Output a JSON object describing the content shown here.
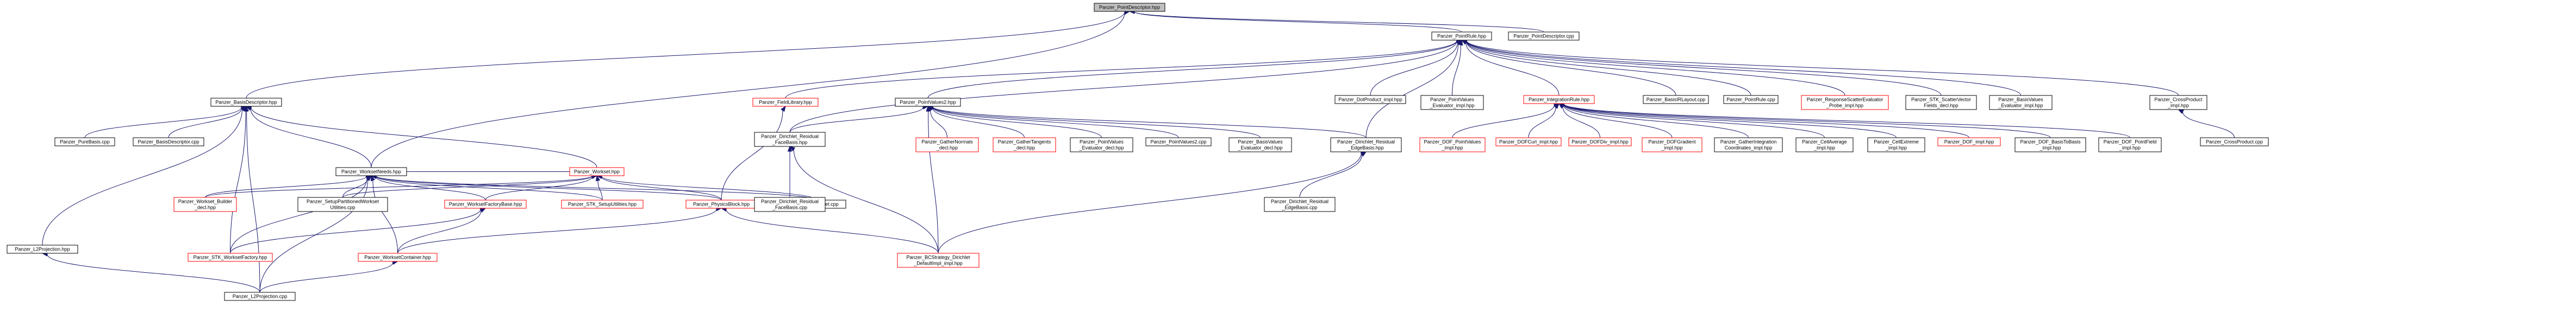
{
  "graph": {
    "edge_color": "#191970",
    "node_fill": "#ffffff",
    "root_fill": "#bfbfbf",
    "broken_link_color": "#ff0000",
    "nodes": [
      {
        "id": "root",
        "lines": [
          "Panzer_PointDescriptor.hpp"
        ],
        "style": "root"
      },
      {
        "id": "pointrule_hpp",
        "lines": [
          "Panzer_PointRule.hpp"
        ],
        "style": "black"
      },
      {
        "id": "pointdescriptor_cpp",
        "lines": [
          "Panzer_PointDescriptor.cpp"
        ],
        "style": "black"
      },
      {
        "id": "basisdescriptor_hpp",
        "lines": [
          "Panzer_BasisDescriptor.hpp"
        ],
        "style": "black"
      },
      {
        "id": "fieldlibrary_hpp",
        "lines": [
          "Panzer_FieldLibrary.hpp"
        ],
        "style": "red"
      },
      {
        "id": "pointvalues2_hpp",
        "lines": [
          "Panzer_PointValues2.hpp"
        ],
        "style": "black"
      },
      {
        "id": "dirichlet_face_hpp",
        "lines": [
          "Panzer_Dirichlet_Residual",
          "_FaceBasis.hpp"
        ],
        "style": "black"
      },
      {
        "id": "dotproduct_impl",
        "lines": [
          "Panzer_DotProduct_impl.hpp"
        ],
        "style": "black"
      },
      {
        "id": "pointvalues_eval_impl",
        "lines": [
          "Panzer_PointValues",
          "_Evaluator_impl.hpp"
        ],
        "style": "black"
      },
      {
        "id": "integrationrule_hpp",
        "lines": [
          "Panzer_IntegrationRule.hpp"
        ],
        "style": "red"
      },
      {
        "id": "basisirlayout_cpp",
        "lines": [
          "Panzer_BasisIRLayout.cpp"
        ],
        "style": "black"
      },
      {
        "id": "pointrule_cpp",
        "lines": [
          "Panzer_PointRule.cpp"
        ],
        "style": "black"
      },
      {
        "id": "responsescatter_impl",
        "lines": [
          "Panzer_ResponseScatterEvaluator",
          "_Probe_impl.hpp"
        ],
        "style": "red"
      },
      {
        "id": "stk_scattervector",
        "lines": [
          "Panzer_STK_ScatterVector",
          "Fields_decl.hpp"
        ],
        "style": "black"
      },
      {
        "id": "basisvalues_eval_impl",
        "lines": [
          "Panzer_BasisValues",
          "_Evaluator_impl.hpp"
        ],
        "style": "black"
      },
      {
        "id": "crossproduct_impl",
        "lines": [
          "Panzer_CrossProduct",
          "_impl.hpp"
        ],
        "style": "black"
      },
      {
        "id": "crossproduct_cpp",
        "lines": [
          "Panzer_CrossProduct.cpp"
        ],
        "style": "black"
      },
      {
        "id": "purebasis_cpp",
        "lines": [
          "Panzer_PureBasis.cpp"
        ],
        "style": "black"
      },
      {
        "id": "basisdescriptor_cpp",
        "lines": [
          "Panzer_BasisDescriptor.cpp"
        ],
        "style": "black"
      },
      {
        "id": "worksetneeds_hpp",
        "lines": [
          "Panzer_WorksetNeeds.hpp"
        ],
        "style": "black"
      },
      {
        "id": "workset_hpp",
        "lines": [
          "Panzer_Workset.hpp"
        ],
        "style": "red"
      },
      {
        "id": "gathernormals_decl",
        "lines": [
          "Panzer_GatherNormals",
          "_decl.hpp"
        ],
        "style": "red"
      },
      {
        "id": "gathertangents_decl",
        "lines": [
          "Panzer_GatherTangents",
          "_decl.hpp"
        ],
        "style": "red"
      },
      {
        "id": "pointvalues_eval_decl",
        "lines": [
          "Panzer_PointValues",
          "_Evaluator_decl.hpp"
        ],
        "style": "black"
      },
      {
        "id": "pointvalues2_cpp",
        "lines": [
          "Panzer_PointValues2.cpp"
        ],
        "style": "black"
      },
      {
        "id": "basisvalues_eval_decl",
        "lines": [
          "Panzer_BasisValues",
          "_Evaluator_decl.hpp"
        ],
        "style": "black"
      },
      {
        "id": "dirichlet_edge_hpp",
        "lines": [
          "Panzer_Dirichlet_Residual",
          "_EdgeBasis.hpp"
        ],
        "style": "black"
      },
      {
        "id": "dof_pointvalues",
        "lines": [
          "Panzer_DOF_PointValues",
          "_impl.hpp"
        ],
        "style": "red"
      },
      {
        "id": "dofcurl_impl",
        "lines": [
          "Panzer_DOFCurl_impl.hpp"
        ],
        "style": "red"
      },
      {
        "id": "dofdiv_impl",
        "lines": [
          "Panzer_DOFDiv_impl.hpp"
        ],
        "style": "red"
      },
      {
        "id": "dofgradient_impl",
        "lines": [
          "Panzer_DOFGradient",
          "_impl.hpp"
        ],
        "style": "red"
      },
      {
        "id": "gatherintegration",
        "lines": [
          "Panzer_GatherIntegration",
          "Coordinates_impl.hpp"
        ],
        "style": "black"
      },
      {
        "id": "cellaverage_impl",
        "lines": [
          "Panzer_CellAverage",
          "_impl.hpp"
        ],
        "style": "black"
      },
      {
        "id": "cellextreme_impl",
        "lines": [
          "Panzer_CellExtreme",
          "_impl.hpp"
        ],
        "style": "black"
      },
      {
        "id": "dof_impl",
        "lines": [
          "Panzer_DOF_impl.hpp"
        ],
        "style": "red"
      },
      {
        "id": "dof_basistobasis",
        "lines": [
          "Panzer_DOF_BasisToBasis",
          "_impl.hpp"
        ],
        "style": "black"
      },
      {
        "id": "dof_pointfield",
        "lines": [
          "Panzer_DOF_PointField",
          "_impl.hpp"
        ],
        "style": "black"
      },
      {
        "id": "workset_builder_decl",
        "lines": [
          "Panzer_Workset_Builder",
          "_decl.hpp"
        ],
        "style": "red"
      },
      {
        "id": "setuppartitioned",
        "lines": [
          "Panzer_SetupPartitionedWorkset",
          "Utilities.cpp"
        ],
        "style": "black"
      },
      {
        "id": "worksetfactorybase",
        "lines": [
          "Panzer_WorksetFactoryBase.hpp"
        ],
        "style": "red"
      },
      {
        "id": "stk_setuputilities",
        "lines": [
          "Panzer_STK_SetupUtilities.hpp"
        ],
        "style": "red"
      },
      {
        "id": "physicsblock_hpp",
        "lines": [
          "Panzer_PhysicsBlock.hpp"
        ],
        "style": "red"
      },
      {
        "id": "workset_cpp",
        "lines": [
          "Panzer_Workset.cpp"
        ],
        "style": "black"
      },
      {
        "id": "dirichlet_face_cpp",
        "lines": [
          "Panzer_Dirichlet_Residual",
          "_FaceBasis.cpp"
        ],
        "style": "black"
      },
      {
        "id": "dirichlet_edge_cpp",
        "lines": [
          "Panzer_Dirichlet_Residual",
          "_EdgeBasis.cpp"
        ],
        "style": "black"
      },
      {
        "id": "l2projection_hpp",
        "lines": [
          "Panzer_L2Projection.hpp"
        ],
        "style": "black"
      },
      {
        "id": "stk_worksetfactory",
        "lines": [
          "Panzer_STK_WorksetFactory.hpp"
        ],
        "style": "red"
      },
      {
        "id": "worksetcontainer",
        "lines": [
          "Panzer_WorksetContainer.hpp"
        ],
        "style": "red"
      },
      {
        "id": "bcstrategy_dirichlet",
        "lines": [
          "Panzer_BCStrategy_Dirichlet",
          "_DefaultImpl_impl.hpp"
        ],
        "style": "red"
      },
      {
        "id": "l2projection_cpp",
        "lines": [
          "Panzer_L2Projection.cpp"
        ],
        "style": "black"
      }
    ]
  }
}
